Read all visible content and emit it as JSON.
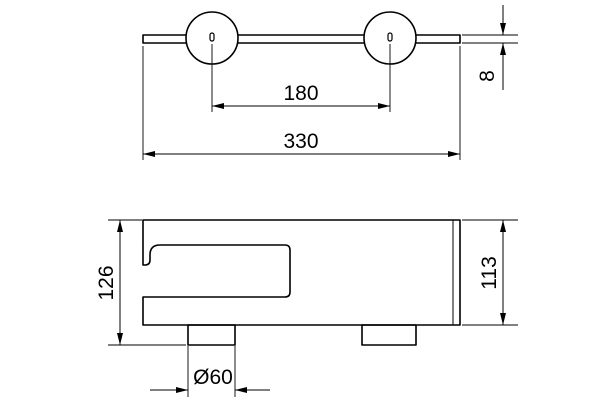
{
  "drawing": {
    "top_view": {
      "dim_hole_spacing": "180",
      "dim_overall_width": "330",
      "dim_thickness": "8"
    },
    "front_view": {
      "dim_total_height": "126",
      "dim_body_height": "113",
      "dim_foot_diameter": "Ø60"
    }
  }
}
